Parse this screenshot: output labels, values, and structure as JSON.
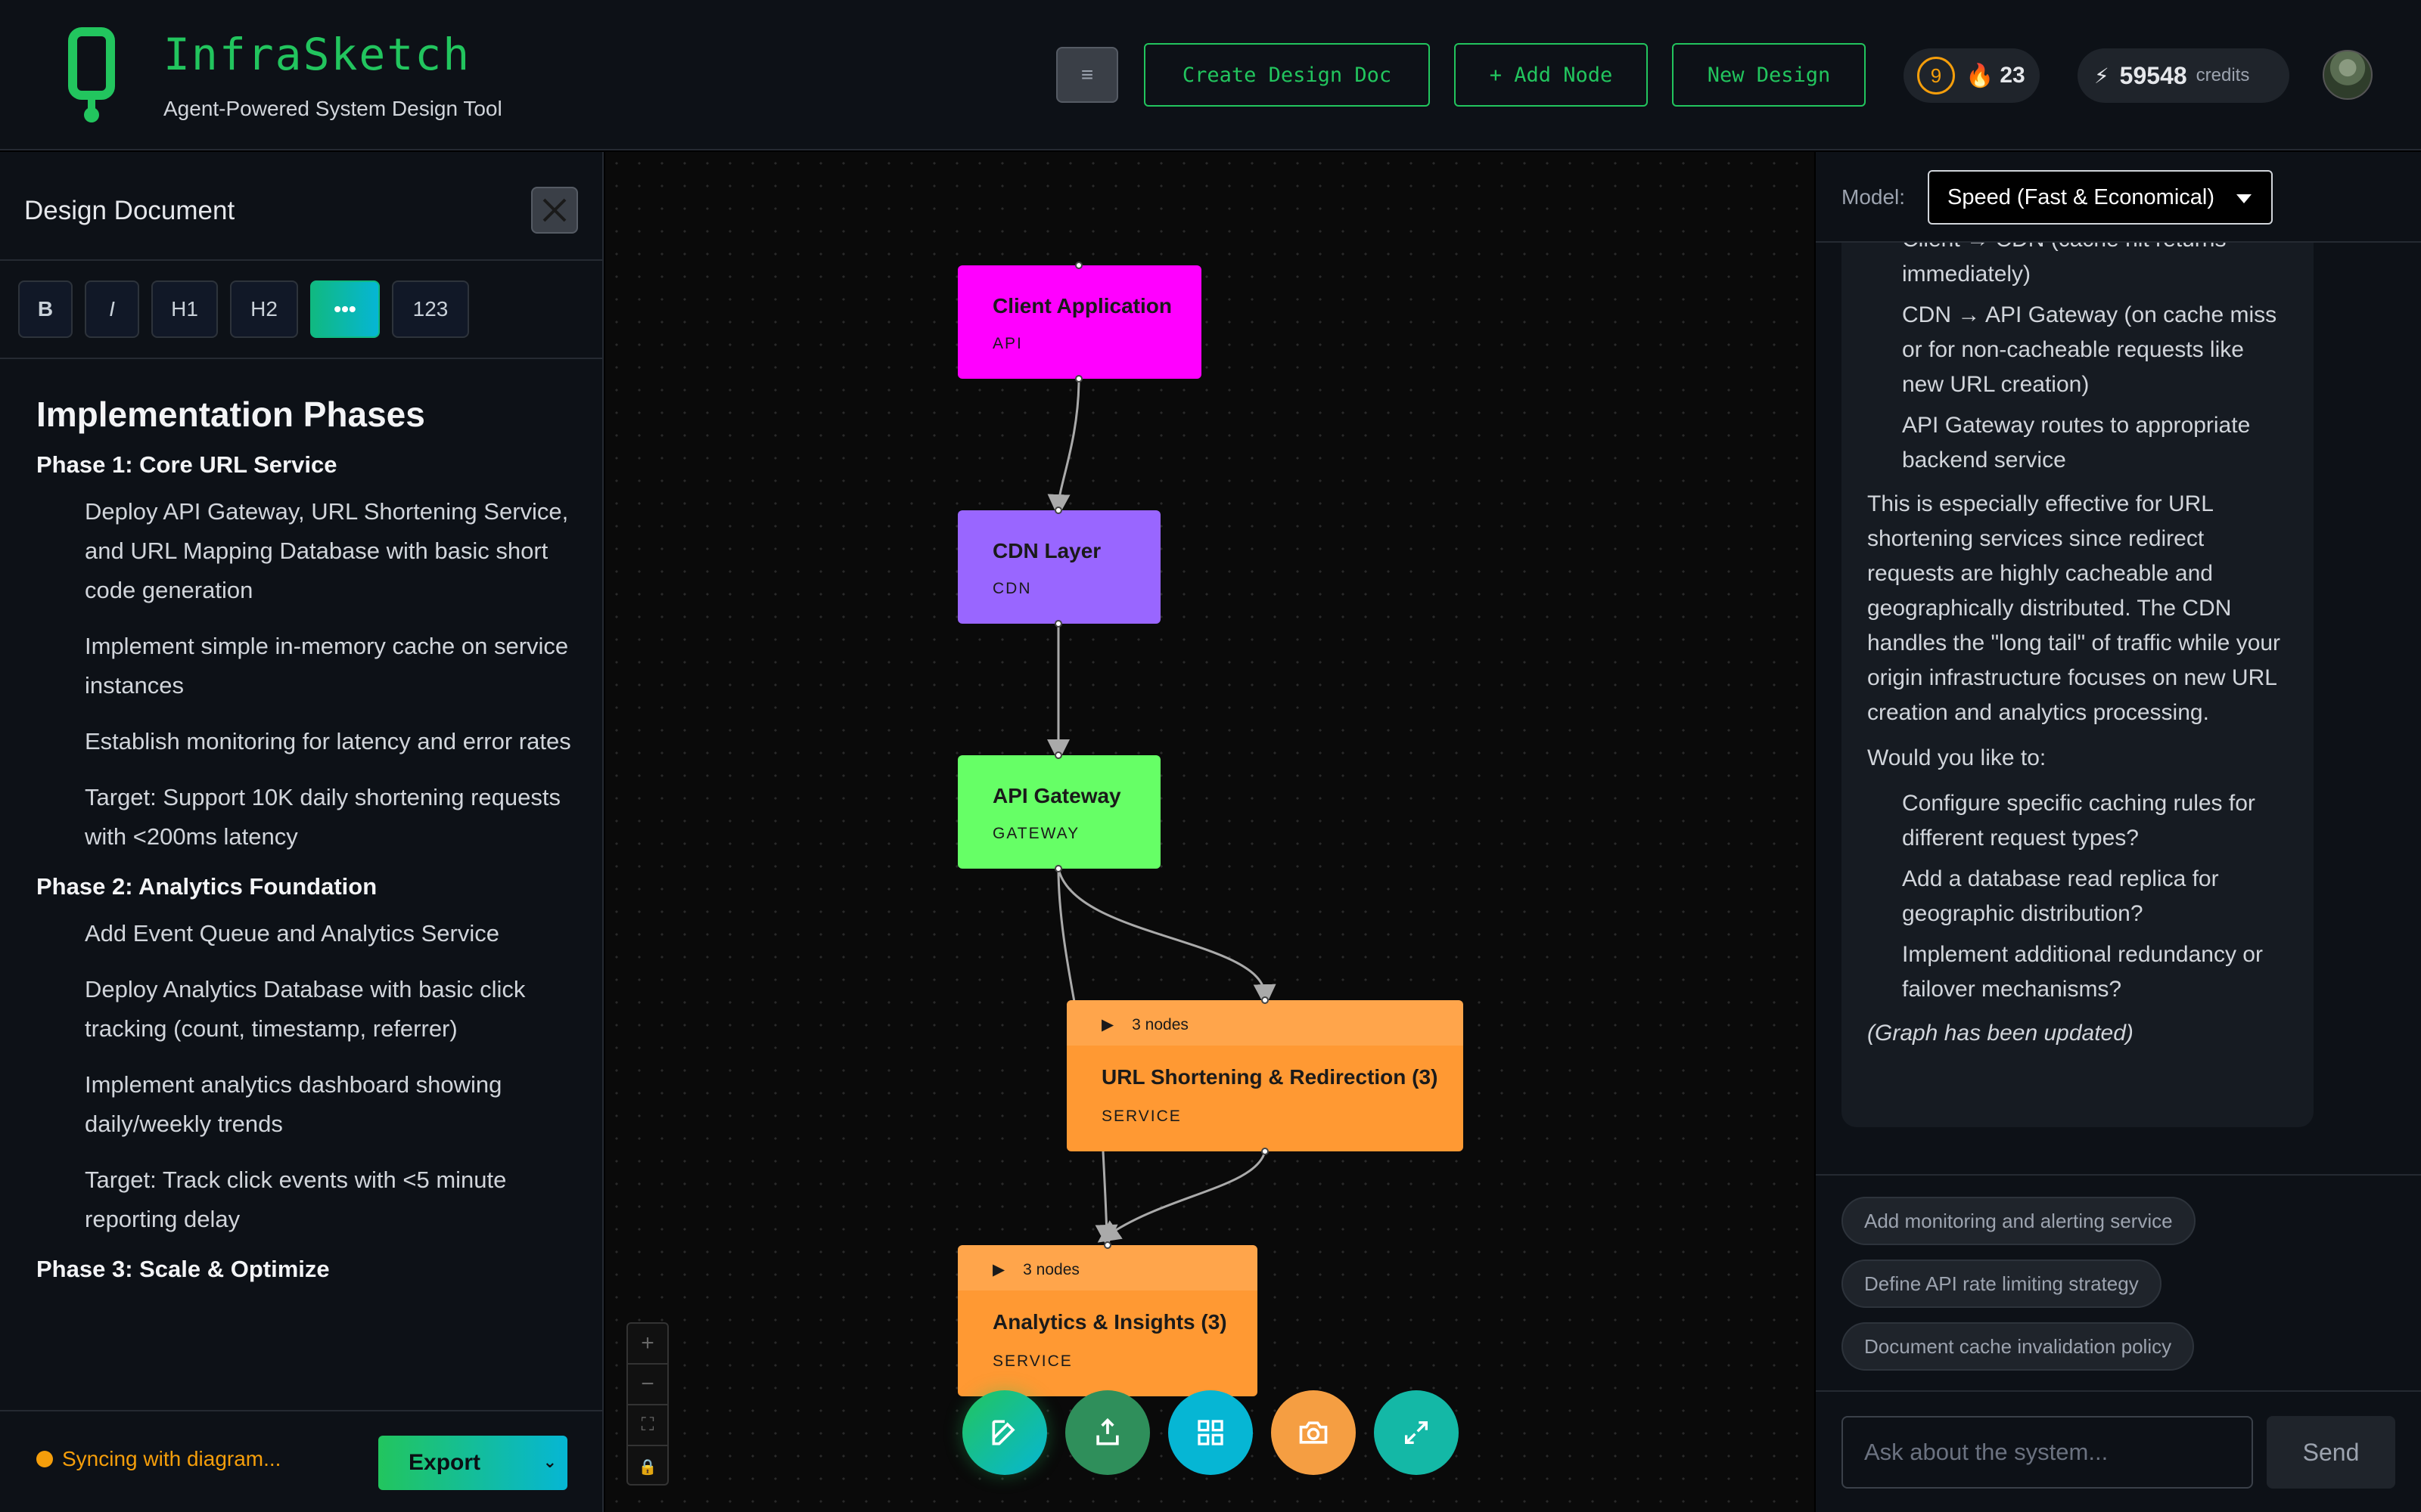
{
  "header": {
    "app_title": "InfraSketch",
    "tagline": "Agent-Powered System Design Tool",
    "menu_icon": "hamburger-icon",
    "create_doc_label": "Create Design Doc",
    "add_node_label": "+ Add Node",
    "new_design_label": "New Design",
    "level": "9",
    "streak": "23",
    "credits_value": "59548",
    "credits_label": "credits"
  },
  "design_doc": {
    "title": "Design Document",
    "toolbar": [
      "B",
      "I",
      "H1",
      "H2",
      "•••",
      "123"
    ],
    "heading": "Implementation Phases",
    "phase1_title": "Phase 1: Core URL Service",
    "phase1_items": [
      "Deploy API Gateway, URL Shortening Service, and URL Mapping Database with basic short code generation",
      "Implement simple in-memory cache on service instances",
      "Establish monitoring for latency and error rates",
      "Target: Support 10K daily shortening requests with <200ms latency"
    ],
    "phase2_title": "Phase 2: Analytics Foundation",
    "phase2_items": [
      "Add Event Queue and Analytics Service",
      "Deploy Analytics Database with basic click tracking (count, timestamp, referrer)",
      "Implement analytics dashboard showing daily/weekly trends",
      "Target: Track click events with <5 minute reporting delay"
    ],
    "phase3_title": "Phase 3: Scale & Optimize",
    "sync_status": "Syncing with diagram...",
    "export_label": "Export"
  },
  "diagram": {
    "nodes": [
      {
        "title": "Client Application",
        "kind": "API",
        "color": "#ff00ff"
      },
      {
        "title": "CDN Layer",
        "kind": "CDN",
        "color": "#9966ff"
      },
      {
        "title": "API Gateway",
        "kind": "GATEWAY",
        "color": "#66ff66"
      },
      {
        "title": "URL Shortening & Redirection (3)",
        "kind": "SERVICE",
        "color": "#ff9933",
        "count": "3 nodes"
      },
      {
        "title": "Analytics & Insights (3)",
        "kind": "SERVICE",
        "color": "#ff9933",
        "count": "3 nodes"
      }
    ],
    "zoom_controls": [
      "+",
      "−",
      "⛶",
      "🔒"
    ]
  },
  "chat": {
    "model_label": "Model:",
    "model_value": "Speed (Fast & Economical)",
    "list1": [
      "Client → CDN (cache hit returns immediately)",
      "CDN → API Gateway (on cache miss or for non-cacheable requests like new URL creation)",
      "API Gateway routes to appropriate backend service"
    ],
    "para1": "This is especially effective for URL shortening services since redirect requests are highly cacheable and geographically distributed. The CDN handles the \"long tail\" of traffic while your origin infrastructure focuses on new URL creation and analytics processing.",
    "para2": "Would you like to:",
    "list2": [
      "Configure specific caching rules for different request types?",
      "Add a database read replica for geographic distribution?",
      "Implement additional redundancy or failover mechanisms?"
    ],
    "updated_note": "(Graph has been updated)",
    "suggestions": [
      "Add monitoring and alerting service",
      "Define API rate limiting strategy",
      "Document cache invalidation policy"
    ],
    "input_placeholder": "Ask about the system...",
    "send_label": "Send"
  }
}
